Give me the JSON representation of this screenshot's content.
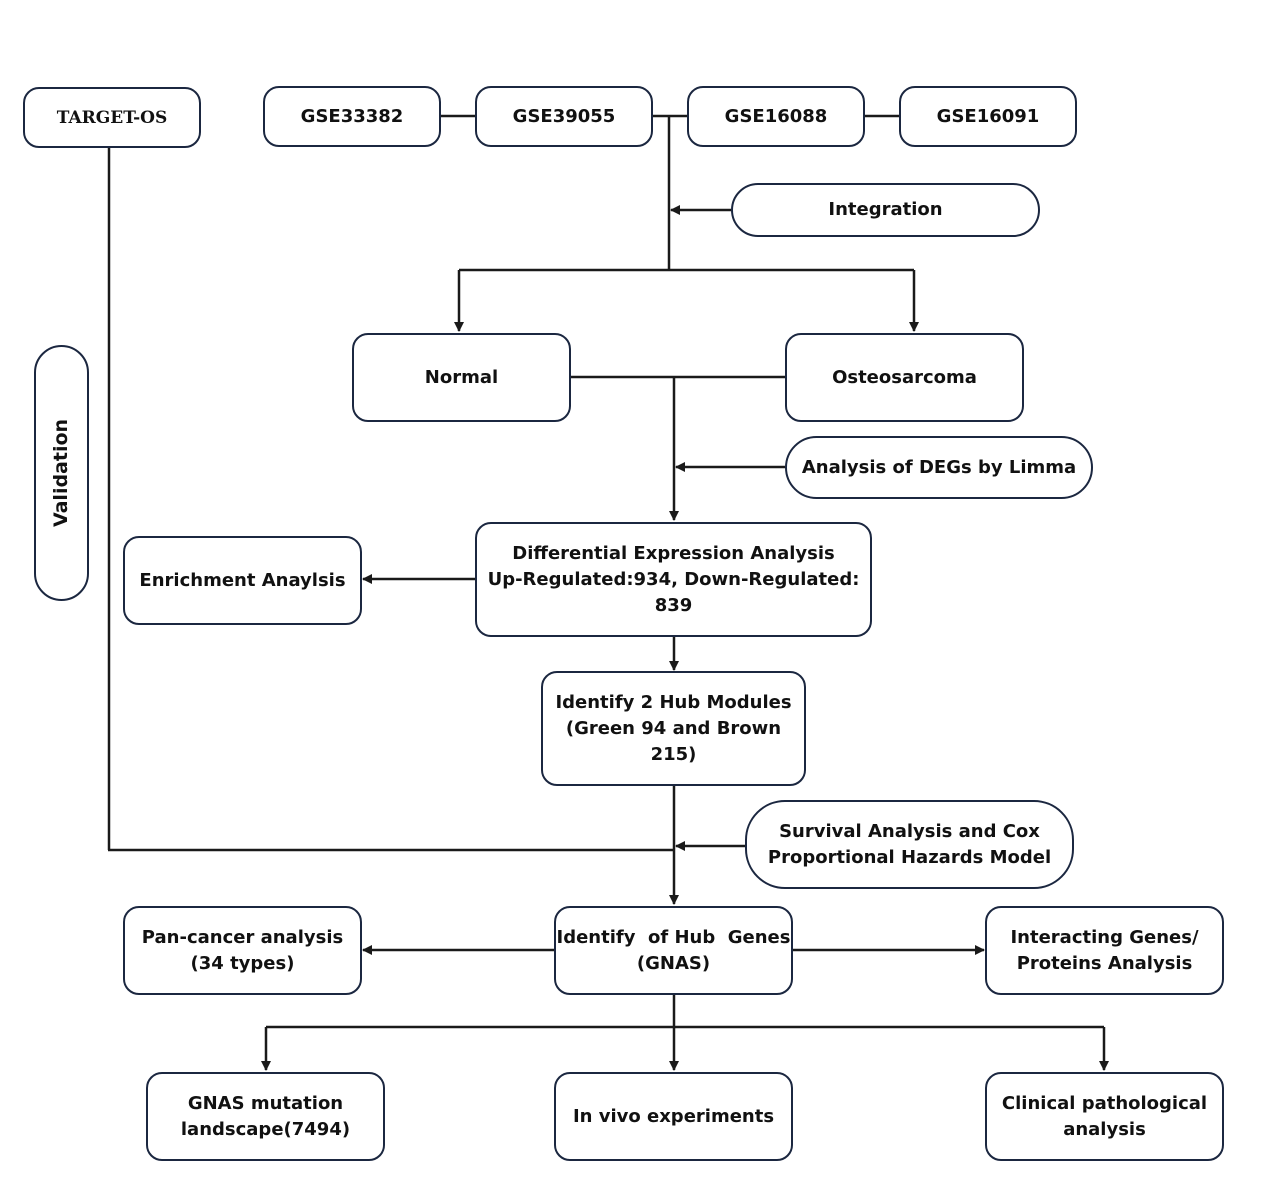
{
  "nodes": {
    "target_os": "TARGET-OS",
    "gse1": "GSE33382",
    "gse2": "GSE39055",
    "gse3": "GSE16088",
    "gse4": "GSE16091",
    "integration": "Integration",
    "validation": "Validation",
    "normal": "Normal",
    "osteosarcoma": "Osteosarcoma",
    "degs": "Analysis of DEGs by Limma",
    "enrichment": "Enrichment Anaylsis",
    "dea": {
      "line1": "Differential Expression Analysis",
      "line2": "Up-Regulated:934, Down-Regulated:",
      "line3": "839"
    },
    "hub_modules": {
      "line1": "Identify 2 Hub Modules",
      "line2": "(Green 94 and Brown 215)"
    },
    "survival": {
      "line1": "Survival Analysis and Cox",
      "line2": "Proportional Hazards Model"
    },
    "pan_cancer": {
      "line1": "Pan-cancer analysis",
      "line2": "(34 types)"
    },
    "hub_genes": {
      "line1": "Identify  of Hub  Genes",
      "line2": "(GNAS)"
    },
    "interacting": {
      "line1": "Interacting Genes/",
      "line2": "Proteins Analysis"
    },
    "mutation": {
      "line1": "GNAS mutation",
      "line2": "landscape(7494)"
    },
    "in_vivo": "In vivo experiments",
    "clinical": {
      "line1": "Clinical pathological",
      "line2": "analysis"
    }
  },
  "colors": {
    "box_border": "#1b2740",
    "line": "#1a1a1a",
    "text": "#111111",
    "background": "#ffffff"
  }
}
